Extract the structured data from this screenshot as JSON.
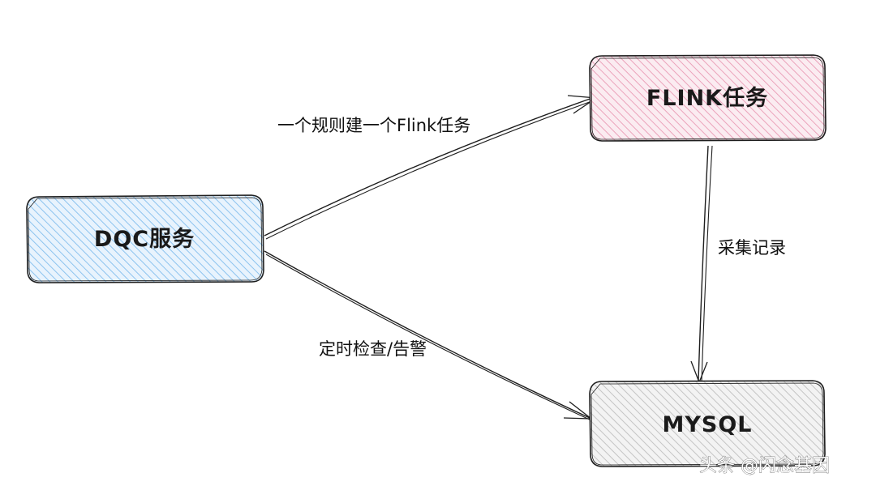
{
  "nodes": {
    "dqc": {
      "label": "DQC服务",
      "fill": "#a5d8ff"
    },
    "flink": {
      "label": "FLINK任务",
      "fill": "#f2a7c0"
    },
    "mysql": {
      "label": "MYSQL",
      "fill": "#c8c8c8"
    }
  },
  "edges": {
    "dqc_to_flink": {
      "label": "一个规则建一个Flink任务"
    },
    "dqc_to_mysql": {
      "label": "定时检查/告警"
    },
    "flink_to_mysql": {
      "label": "采集记录"
    }
  },
  "watermark": {
    "text": "头条 @闪念基因"
  },
  "colors": {
    "stroke": "#1e1e1e",
    "background": "#ffffff"
  }
}
